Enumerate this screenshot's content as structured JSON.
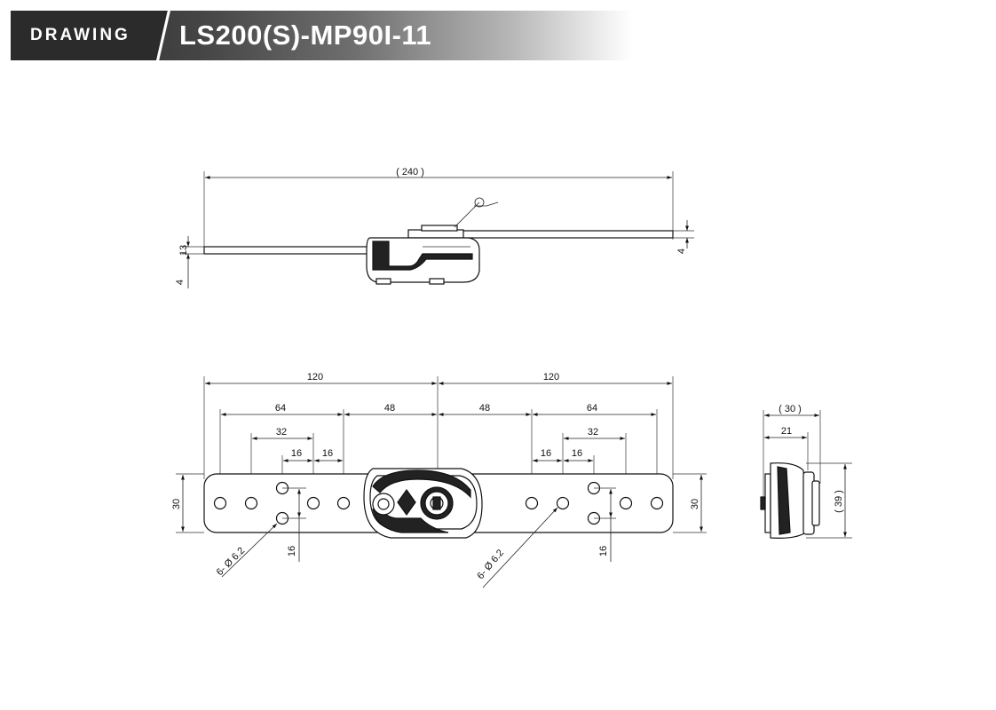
{
  "header": {
    "label": "DRAWING",
    "model": "LS200(S)-MP90I-11"
  },
  "top_view": {
    "overall": "( 240 )",
    "thickness_left": "13",
    "gap_left": "4",
    "thickness_right": "4"
  },
  "front_view": {
    "left_half": "120",
    "right_half": "120",
    "left_64": "64",
    "left_48": "48",
    "right_48": "48",
    "right_64": "64",
    "left_32": "32",
    "right_32": "32",
    "left_16a": "16",
    "left_16b": "16",
    "right_16a": "16",
    "right_16b": "16",
    "height_left": "30",
    "height_right": "30",
    "hole_callout_left": "6- Ø 6.2",
    "hole_callout_right": "6- Ø 6.2",
    "pitch_left": "16",
    "pitch_right": "16"
  },
  "side_view": {
    "width_total": "( 30 )",
    "width_inner": "21",
    "height": "( 39 )"
  }
}
